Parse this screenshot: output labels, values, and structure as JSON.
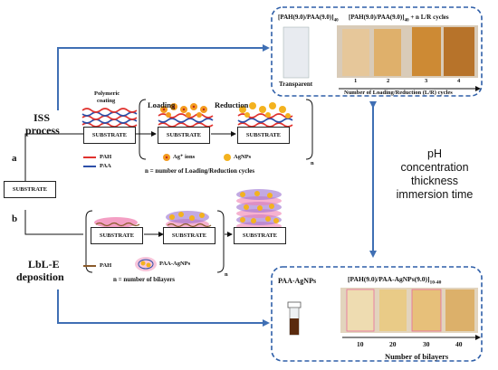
{
  "iss": {
    "process_line1": "ISS",
    "process_line2": "process",
    "branch": "a",
    "polymeric_coating_line1": "Polymeric",
    "polymeric_coating_line2": "coating",
    "step_loading": "Loading",
    "step_reduction": "Reduction",
    "legend_pah": "PAH",
    "legend_paa": "PAA",
    "legend_ag_ions": "Ag⁺ ions",
    "legend_agnps": "AgNPs",
    "cycles_note": "n = number of Loading/Reduction cycles",
    "subscript_n": "n"
  },
  "lbl": {
    "deposition_line1": "LbL-E",
    "deposition_line2": "deposition",
    "branch": "b",
    "legend_pah": "PAH",
    "legend_paa_agnps": "PAA-AgNPs",
    "bilayers_note": "n = number of bilayers",
    "subscript_n": "n"
  },
  "substrate_label": "SUBSTRATE",
  "parameters": [
    "pH",
    "concentration",
    "thickness",
    "immersion time"
  ],
  "top_panel": {
    "left_title": "[PAH(9.0)/PAA(9.0)]",
    "left_title_sub": "40",
    "right_title": "[PAH(9.0)/PAA(9.0)]",
    "right_title_sub": "40",
    "right_title_suffix": " + n L/R cycles",
    "transparent_label": "Transparent",
    "samples": [
      "1",
      "2",
      "3",
      "4"
    ],
    "axis_label": "Number of Loading/Reduction (L/R) cycles"
  },
  "bottom_panel": {
    "vial_label": "PAA-AgNPs",
    "right_title": "[PAH(9.0)/PAA-AgNPs(9.0)]",
    "right_title_sub": "10-40",
    "samples": [
      "10",
      "20",
      "30",
      "40"
    ],
    "axis_label": "Number of bilayers"
  },
  "colors": {
    "arrow_blue": "#3f6fb4",
    "panel_border": "#2f5fa8",
    "pah": "#e0322e",
    "paa": "#2d4fa8",
    "ag_ion": "#f39b1f",
    "agnp": "#f3b21f",
    "lbl_pink": "#f07fb0",
    "lbl_purple": "#9a6fd0"
  }
}
